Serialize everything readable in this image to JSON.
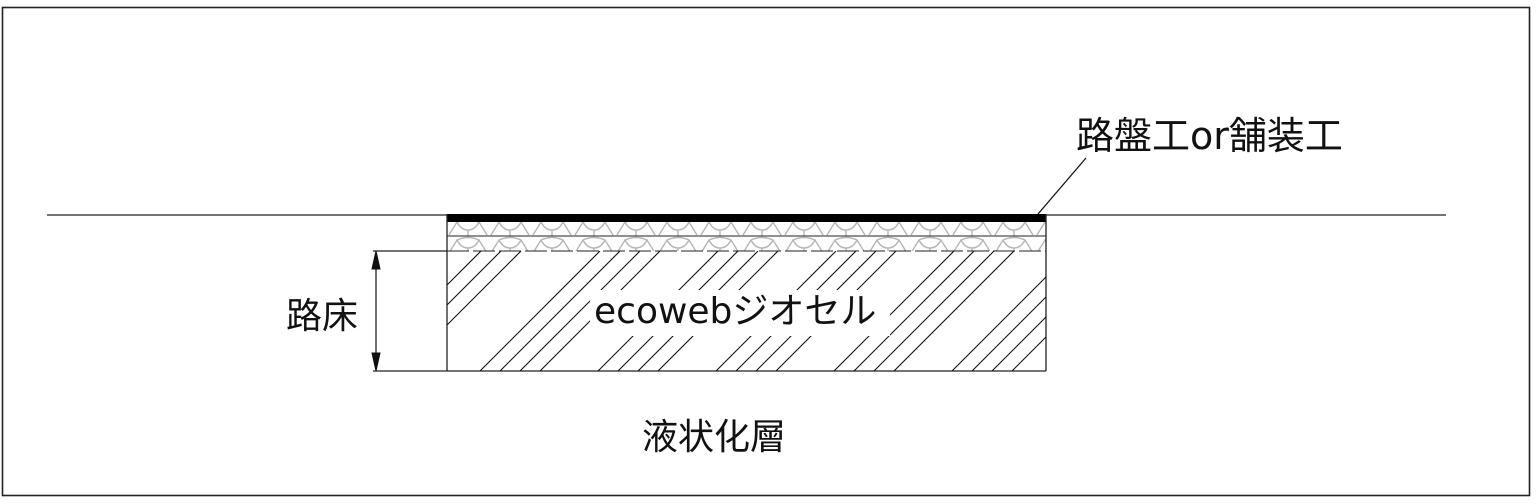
{
  "diagram": {
    "type": "cross-section",
    "labels": {
      "pavement": "路盤工or舗装工",
      "subgrade": "路床",
      "geocell": "ecowebジオセル",
      "liquefaction_layer": "液状化層"
    },
    "colors": {
      "line": "#111111",
      "pavement_fill": "#000000",
      "geocell_pattern": "#b5b5b5",
      "background": "#ffffff"
    }
  }
}
